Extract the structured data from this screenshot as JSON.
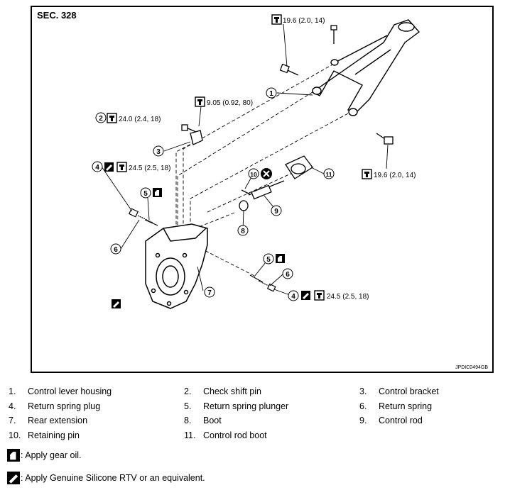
{
  "diagram": {
    "section": "SEC. 328",
    "figure_code": "JPDIC0494GB",
    "callouts": {
      "c1": "1",
      "c2": "2",
      "c3": "3",
      "c4a": "4",
      "c4b": "4",
      "c5a": "5",
      "c5b": "5",
      "c6a": "6",
      "c6b": "6",
      "c7": "7",
      "c8": "8",
      "c9": "9",
      "c10": "10",
      "c11": "11"
    },
    "torques": {
      "t_top": "19.6 (2.0, 14)",
      "t_check": "9.05 (0.92, 80)",
      "t_pin": "24.0 (2.4, 18)",
      "t_plug_left": "24.5 (2.5, 18)",
      "t_right": "19.6 (2.0, 14)",
      "t_plug_right": "24.5 (2.5, 18)"
    }
  },
  "legend": [
    {
      "num": "1.",
      "text": "Control lever housing"
    },
    {
      "num": "2.",
      "text": "Check shift pin"
    },
    {
      "num": "3.",
      "text": "Control bracket"
    },
    {
      "num": "4.",
      "text": "Return spring plug"
    },
    {
      "num": "5.",
      "text": "Return spring plunger"
    },
    {
      "num": "6.",
      "text": "Return spring"
    },
    {
      "num": "7.",
      "text": "Rear extension"
    },
    {
      "num": "8.",
      "text": "Boot"
    },
    {
      "num": "9.",
      "text": "Control rod"
    },
    {
      "num": "10.",
      "text": "Retaining pin"
    },
    {
      "num": "11.",
      "text": "Control rod boot"
    }
  ],
  "notes": {
    "gear_oil": ": Apply gear oil.",
    "silicone": ": Apply Genuine Silicone RTV or an equivalent."
  },
  "icons": [
    "torque-wrench-icon",
    "oil-can-icon",
    "sealant-tube-icon",
    "do-not-reuse-icon"
  ]
}
